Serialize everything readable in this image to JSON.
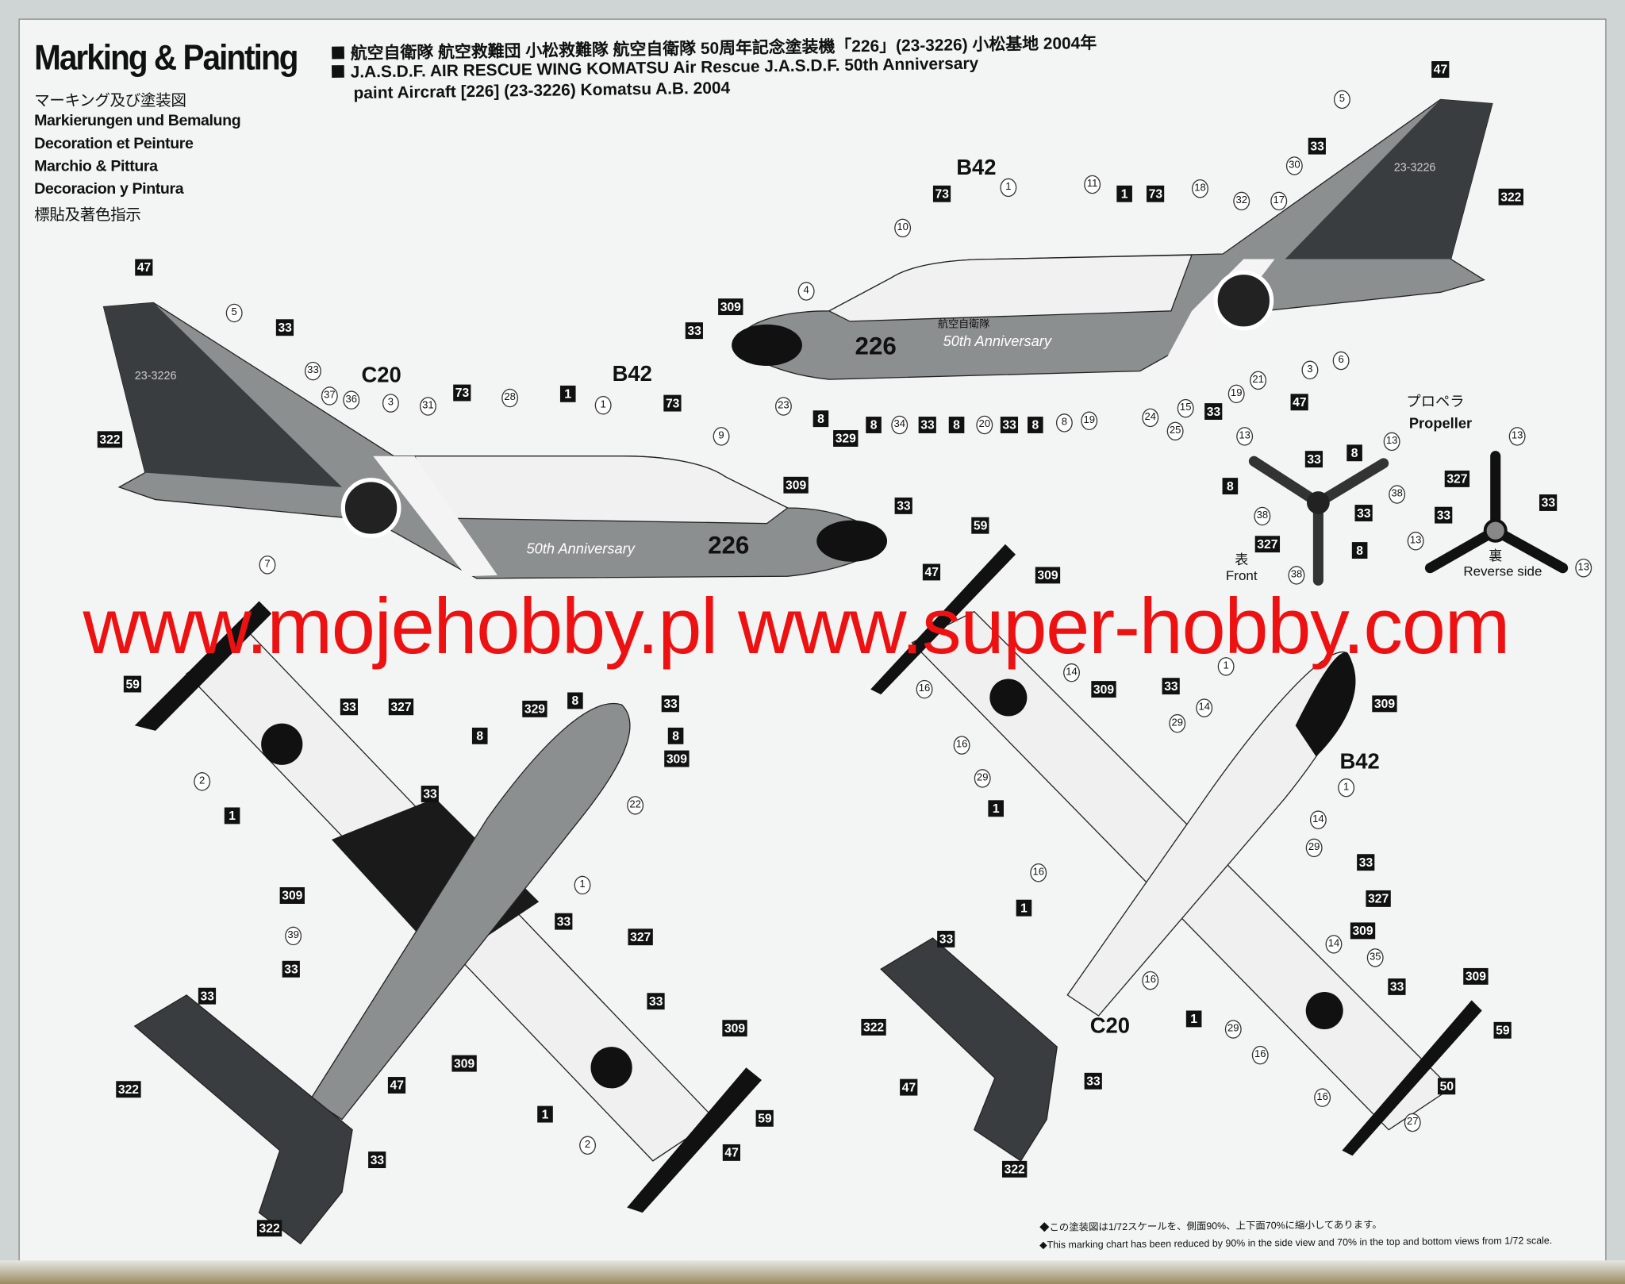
{
  "title": "Marking & Painting",
  "subtitles": [
    "マーキング及び塗装図",
    "Markierungen und Bemalung",
    "Decoration et Peinture",
    "Marchio & Pittura",
    "Decoracion y Pintura",
    "標貼及著色指示"
  ],
  "header": {
    "line_jp": "航空自衛隊 航空救難団 小松救難隊 航空自衛隊 50周年記念塗装機「226」(23-3226) 小松基地 2004年",
    "line_en1": "J.A.S.D.F. AIR RESCUE WING KOMATSU Air Rescue J.A.S.D.F. 50th Anniversary",
    "line_en2": "paint Aircraft [226] (23-3226) Komatsu A.B. 2004"
  },
  "aircraft_markings": {
    "serial": "23-3226",
    "number": "226",
    "anniversary": "50th Anniversary",
    "kanji": "航空自衛隊"
  },
  "propeller": {
    "title_jp": "プロペラ",
    "title_en": "Propeller",
    "front_jp": "表",
    "front_en": "Front",
    "reverse_jp": "裏",
    "reverse_en": "Reverse side"
  },
  "callouts": [
    "47",
    "5",
    "33",
    "30",
    "322",
    "B42",
    "73",
    "1",
    "11",
    "1",
    "73",
    "18",
    "32",
    "17",
    "10",
    "4",
    "309",
    "33",
    "3",
    "6",
    "23",
    "8",
    "329",
    "8",
    "34",
    "33",
    "8",
    "20",
    "33",
    "8",
    "8",
    "19",
    "24",
    "25",
    "15",
    "33",
    "19",
    "21",
    "47",
    "47",
    "5",
    "33",
    "33",
    "C20",
    "37",
    "36",
    "3",
    "31",
    "73",
    "28",
    "1",
    "B42",
    "1",
    "73",
    "9",
    "322",
    "309",
    "33",
    "7",
    "59",
    "33",
    "327",
    "329",
    "8",
    "33",
    "8",
    "8",
    "309",
    "2",
    "1",
    "33",
    "22",
    "1",
    "309",
    "39",
    "33",
    "327",
    "33",
    "33",
    "33",
    "309",
    "322",
    "47",
    "309",
    "1",
    "2",
    "59",
    "47",
    "33",
    "322",
    "59",
    "47",
    "309",
    "16",
    "309",
    "33",
    "14",
    "1",
    "309",
    "29",
    "14",
    "16",
    "29",
    "1",
    "B42",
    "1",
    "14",
    "29",
    "33",
    "16",
    "327",
    "1",
    "309",
    "14",
    "35",
    "33",
    "33",
    "309",
    "16",
    "C20",
    "322",
    "1",
    "29",
    "16",
    "59",
    "33",
    "47",
    "50",
    "16",
    "27",
    "322",
    "13",
    "33",
    "8",
    "13",
    "8",
    "38",
    "38",
    "33",
    "327",
    "8",
    "38",
    "13",
    "327",
    "33",
    "33",
    "13",
    "13"
  ],
  "watermark": "www.mojehobby.pl www.super-hobby.com",
  "footer": {
    "note_jp": "◆この塗装図は1/72スケールを、側面90%、上下面70%に縮小してあります。",
    "note_en": "◆This marking chart has been reduced by 90% in the side view and 70% in the top and bottom views from 1/72 scale."
  },
  "colors": {
    "paint_gray": "#8c8f90",
    "paint_dark": "#3a3d3f",
    "black": "#111111",
    "watermark": "#ee1111"
  }
}
